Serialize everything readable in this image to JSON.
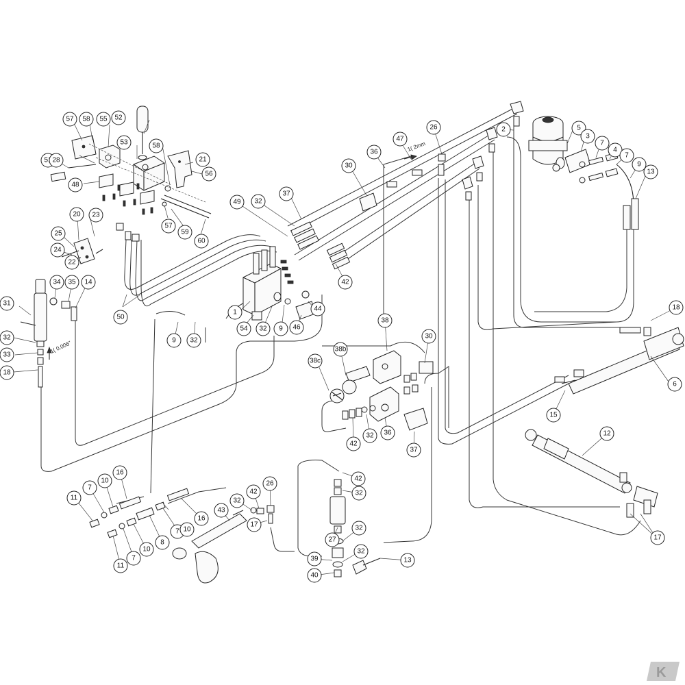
{
  "diagram": {
    "notes": {
      "gap_1": "1( 2mm",
      "gap_2": "1( 0.006\""
    },
    "logo": {
      "lettering": "K"
    },
    "callouts": [
      {
        "id": "c51",
        "label": "51"
      },
      {
        "id": "c28",
        "label": "28"
      },
      {
        "id": "c57a",
        "label": "57"
      },
      {
        "id": "c58a",
        "label": "58"
      },
      {
        "id": "c55",
        "label": "55"
      },
      {
        "id": "c52",
        "label": "52"
      },
      {
        "id": "c53",
        "label": "53"
      },
      {
        "id": "c48",
        "label": "48"
      },
      {
        "id": "c58b",
        "label": "58"
      },
      {
        "id": "c21",
        "label": "21"
      },
      {
        "id": "c56",
        "label": "56"
      },
      {
        "id": "c57b",
        "label": "57"
      },
      {
        "id": "c59",
        "label": "59"
      },
      {
        "id": "c60",
        "label": "60"
      },
      {
        "id": "c20",
        "label": "20"
      },
      {
        "id": "c23",
        "label": "23"
      },
      {
        "id": "c25",
        "label": "25"
      },
      {
        "id": "c24",
        "label": "24"
      },
      {
        "id": "c22",
        "label": "22"
      },
      {
        "id": "c50",
        "label": "50"
      },
      {
        "id": "c31",
        "label": "31"
      },
      {
        "id": "c34",
        "label": "34"
      },
      {
        "id": "c35",
        "label": "35"
      },
      {
        "id": "c14",
        "label": "14"
      },
      {
        "id": "c32a",
        "label": "32"
      },
      {
        "id": "c33",
        "label": "33"
      },
      {
        "id": "c18a",
        "label": "18"
      },
      {
        "id": "c49",
        "label": "49"
      },
      {
        "id": "c32b",
        "label": "32"
      },
      {
        "id": "c37a",
        "label": "37"
      },
      {
        "id": "c1",
        "label": "1"
      },
      {
        "id": "c54",
        "label": "54"
      },
      {
        "id": "c32c",
        "label": "32"
      },
      {
        "id": "c9a",
        "label": "9"
      },
      {
        "id": "c46",
        "label": "46"
      },
      {
        "id": "c44",
        "label": "44"
      },
      {
        "id": "c9b",
        "label": "9"
      },
      {
        "id": "c32d",
        "label": "32"
      },
      {
        "id": "c30a",
        "label": "30"
      },
      {
        "id": "c36a",
        "label": "36"
      },
      {
        "id": "c47",
        "label": "47"
      },
      {
        "id": "c26a",
        "label": "26"
      },
      {
        "id": "c42a",
        "label": "42"
      },
      {
        "id": "c2",
        "label": "2"
      },
      {
        "id": "c5",
        "label": "5"
      },
      {
        "id": "c3",
        "label": "3"
      },
      {
        "id": "c7a",
        "label": "7"
      },
      {
        "id": "c4",
        "label": "4"
      },
      {
        "id": "c7b",
        "label": "7"
      },
      {
        "id": "c9c",
        "label": "9"
      },
      {
        "id": "c13a",
        "label": "13"
      },
      {
        "id": "c18b",
        "label": "18"
      },
      {
        "id": "c6",
        "label": "6"
      },
      {
        "id": "c15",
        "label": "15"
      },
      {
        "id": "c12",
        "label": "12"
      },
      {
        "id": "c17a",
        "label": "17"
      },
      {
        "id": "c38",
        "label": "38"
      },
      {
        "id": "c38b",
        "label": "38b"
      },
      {
        "id": "c38c",
        "label": "38c"
      },
      {
        "id": "c30b",
        "label": "30"
      },
      {
        "id": "c42b",
        "label": "42"
      },
      {
        "id": "c32e",
        "label": "32"
      },
      {
        "id": "c36b",
        "label": "36"
      },
      {
        "id": "c37b",
        "label": "37"
      },
      {
        "id": "c11a",
        "label": "11"
      },
      {
        "id": "c7c",
        "label": "7"
      },
      {
        "id": "c10a",
        "label": "10"
      },
      {
        "id": "c16a",
        "label": "16"
      },
      {
        "id": "c11b",
        "label": "11"
      },
      {
        "id": "c7d",
        "label": "7"
      },
      {
        "id": "c10b",
        "label": "10"
      },
      {
        "id": "c8",
        "label": "8"
      },
      {
        "id": "c7e",
        "label": "7"
      },
      {
        "id": "c10c",
        "label": "10"
      },
      {
        "id": "c16b",
        "label": "16"
      },
      {
        "id": "c43",
        "label": "43"
      },
      {
        "id": "c32f",
        "label": "32"
      },
      {
        "id": "c42c",
        "label": "42"
      },
      {
        "id": "c26b",
        "label": "26"
      },
      {
        "id": "c17b",
        "label": "17"
      },
      {
        "id": "c42d",
        "label": "42"
      },
      {
        "id": "c32g",
        "label": "32"
      },
      {
        "id": "c27",
        "label": "27"
      },
      {
        "id": "c32h",
        "label": "32"
      },
      {
        "id": "c39",
        "label": "39"
      },
      {
        "id": "c32i",
        "label": "32"
      },
      {
        "id": "c40",
        "label": "40"
      },
      {
        "id": "c13b",
        "label": "13"
      }
    ]
  }
}
